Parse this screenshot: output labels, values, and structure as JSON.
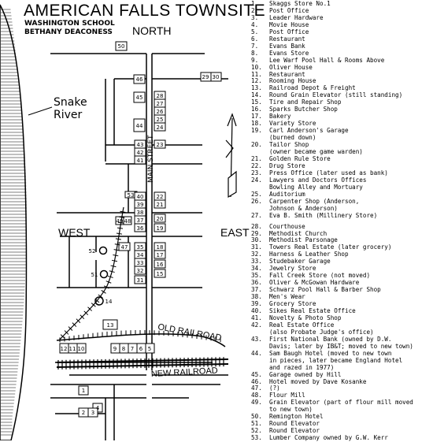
{
  "title": "AMERICAN FALLS TOWNSITE",
  "subtitle_line1": "WASHINGTON SCHOOL",
  "subtitle_line2": "BETHANY DEACONESS",
  "labels": {
    "north": "NORTH",
    "south": "WEST",
    "east": "EAST",
    "main_street": "MAIN STREET",
    "snake_river_1": "Snake",
    "snake_river_2": "River",
    "old_railroad": "OLD RAILROAD",
    "new_railroad": "NEW RAILROAD"
  },
  "map_numbers": [
    "50",
    "46",
    "29",
    "30",
    "45",
    "28",
    "27",
    "26",
    "25",
    "24",
    "44",
    "23",
    "43",
    "42",
    "41",
    "53",
    "40",
    "22",
    "39",
    "21",
    "38",
    "20",
    "49",
    "48",
    "47",
    "37",
    "36",
    "19",
    "52",
    "35",
    "18",
    "34",
    "17",
    "33",
    "16",
    "51",
    "32",
    "15",
    "31",
    "14",
    "13",
    "12",
    "11",
    "10",
    "9",
    "8",
    "7",
    "6",
    "5",
    "4",
    "1",
    "2",
    "3"
  ],
  "legend": [
    {
      "n": "1.",
      "t": "Skaggs Store No.1"
    },
    {
      "n": "2.",
      "t": "Post Office"
    },
    {
      "n": "3.",
      "t": "Leader Hardware"
    },
    {
      "n": "4.",
      "t": "Movie House"
    },
    {
      "n": "5.",
      "t": "Post Office"
    },
    {
      "n": "6.",
      "t": "Restaurant"
    },
    {
      "n": "7.",
      "t": "Evans Bank"
    },
    {
      "n": "8.",
      "t": "Evans Store"
    },
    {
      "n": "9.",
      "t": "Lee Warf Pool Hall & Rooms Above"
    },
    {
      "n": "10.",
      "t": "Oliver House"
    },
    {
      "n": "11.",
      "t": "Restaurant"
    },
    {
      "n": "12.",
      "t": "Rooming House"
    },
    {
      "n": "13.",
      "t": "Railroad Depot & Freight"
    },
    {
      "n": "14.",
      "t": "Round Grain Elevator (still standing)"
    },
    {
      "n": "15.",
      "t": "Tire and Repair Shop"
    },
    {
      "n": "16.",
      "t": "Sparks Butcher Shop"
    },
    {
      "n": "17.",
      "t": "Bakery"
    },
    {
      "n": "18.",
      "t": "Variety Store"
    },
    {
      "n": "19.",
      "t": "Carl Anderson's Garage",
      "c": [
        "(burned down)"
      ]
    },
    {
      "n": "20.",
      "t": "Tailor Shop",
      "c": [
        "(owner became game warden)"
      ]
    },
    {
      "n": "21.",
      "t": "Golden Rule Store"
    },
    {
      "n": "22.",
      "t": "Drug Store"
    },
    {
      "n": "23.",
      "t": "Press Office (later used as bank)"
    },
    {
      "n": "24.",
      "t": "Lawyers and Doctors Offices",
      "c": [
        "Bowling Alley and Mortuary"
      ]
    },
    {
      "n": "25.",
      "t": "Auditorium"
    },
    {
      "n": "26.",
      "t": "Carpenter Shop (Anderson,",
      "c": [
        "Johnson & Anderson)"
      ]
    },
    {
      "n": "27.",
      "t": "Eva B. Smith (Millinery Store)"
    },
    {
      "n": "28.",
      "t": "Courthouse"
    },
    {
      "n": "29.",
      "t": "Methodist Church"
    },
    {
      "n": "30.",
      "t": "Methodist Parsonage"
    },
    {
      "n": "31.",
      "t": "Towers Real Estate (later grocery)"
    },
    {
      "n": "32.",
      "t": "Harness & Leather Shop"
    },
    {
      "n": "33.",
      "t": "Studebaker Garage"
    },
    {
      "n": "34.",
      "t": "Jewelry Store"
    },
    {
      "n": "35.",
      "t": "Fall Creek Store (not moved)"
    },
    {
      "n": "36.",
      "t": "Oliver & McGowan Hardware"
    },
    {
      "n": "37.",
      "t": "Schwarz Pool Hall & Barber Shop"
    },
    {
      "n": "38.",
      "t": "Men's Wear"
    },
    {
      "n": "39.",
      "t": "Grocery Store"
    },
    {
      "n": "40.",
      "t": "Sikes Real Estate Office"
    },
    {
      "n": "41.",
      "t": "Novelty & Photo Shop"
    },
    {
      "n": "42.",
      "t": "Real Estate Office",
      "c": [
        "(also Probate Judge's office)"
      ]
    },
    {
      "n": "43.",
      "t": "First National Bank (owned by D.W.",
      "c": [
        "Davis; later by IB&T; moved to new town)"
      ]
    },
    {
      "n": "44.",
      "t": "Sam Baugh Hotel (moved to new town",
      "c": [
        "in pieces, later became England Hotel",
        "and razed in 1977)"
      ]
    },
    {
      "n": "45.",
      "t": "Garage owned by Hill"
    },
    {
      "n": "46.",
      "t": "Hotel moved by Dave Kosanke"
    },
    {
      "n": "47.",
      "t": "(?)"
    },
    {
      "n": "48.",
      "t": "Flour Mill"
    },
    {
      "n": "49.",
      "t": "Grain Elevator (part of flour mill moved",
      "c": [
        "to new town)"
      ]
    },
    {
      "n": "50.",
      "t": "Remington Hotel"
    },
    {
      "n": "51.",
      "t": "Round Elevator"
    },
    {
      "n": "52.",
      "t": "Round Elevator"
    },
    {
      "n": "53.",
      "t": "Lumber Company owned by G.W. Kerr"
    }
  ]
}
